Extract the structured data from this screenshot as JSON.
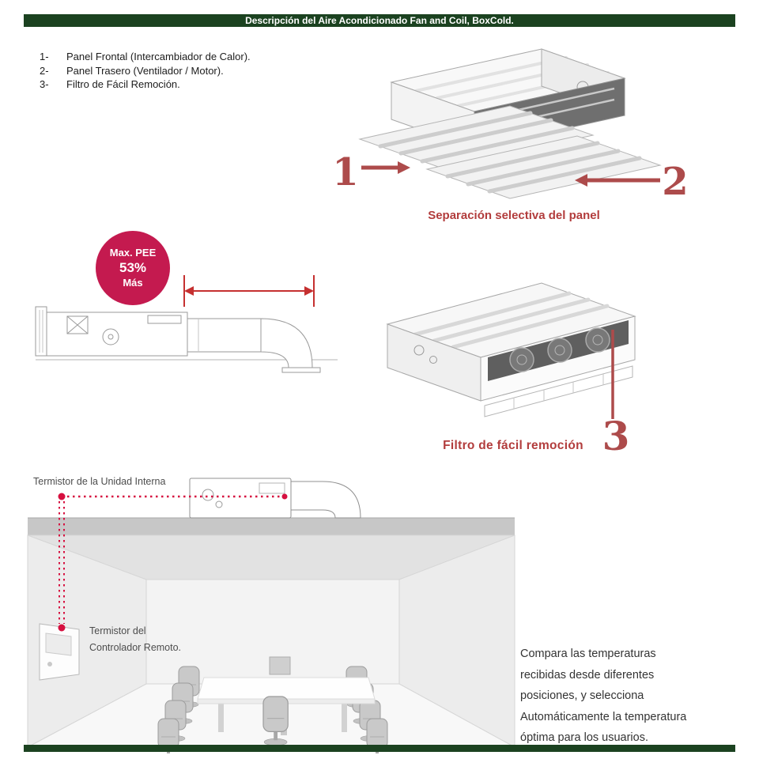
{
  "header": {
    "title": "Descripción del Aire Acondicionado Fan and Coil, BoxCold."
  },
  "parts_list": {
    "items": [
      {
        "num": "1-",
        "label": "Panel Frontal (Intercambiador de Calor)."
      },
      {
        "num": "2-",
        "label": "Panel Trasero (Ventilador / Motor)."
      },
      {
        "num": "3-",
        "label": "Filtro de Fácil Remoción."
      }
    ]
  },
  "panel_diagram": {
    "callout_1": "1",
    "callout_2": "2",
    "caption": "Separación selectiva del panel"
  },
  "efficiency_badge": {
    "line1": "Max. PEE",
    "line2": "53%",
    "line3": "Más"
  },
  "filter_diagram": {
    "callout_3": "3",
    "caption": "Filtro de fácil remoción"
  },
  "room_diagram": {
    "unit_thermistor_label": "Termistor de la Unidad Interna",
    "remote_label_line1": "Termistor del",
    "remote_label_line2": "Controlador Remoto."
  },
  "description": {
    "line1": "Compara las temperaturas",
    "line2": "recibidas desde diferentes",
    "line3": "posiciones, y selecciona",
    "line4": "Automáticamente la temperatura",
    "line5": "óptima para los usuarios."
  },
  "colors": {
    "header_green": "#1b4220",
    "callout_red": "#ad4b4b",
    "caption_red": "#b23c3c",
    "badge_pink": "#c41a4f",
    "dim_red": "#c53030",
    "dotted_red": "#d6103f"
  }
}
